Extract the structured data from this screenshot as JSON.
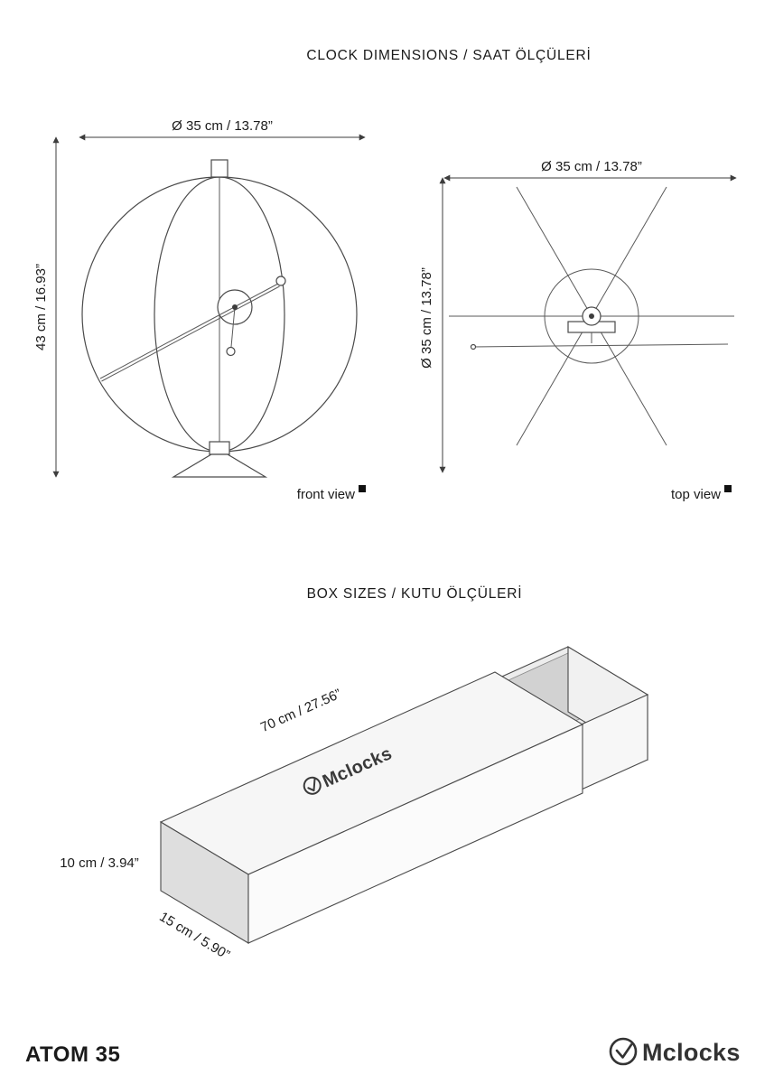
{
  "titles": {
    "clock": "CLOCK DIMENSIONS / SAAT ÖLÇÜLERİ",
    "box": "BOX SIZES / KUTU ÖLÇÜLERİ"
  },
  "front_view": {
    "label": "front view",
    "diameter": "Ø 35 cm / 13.78”",
    "height": "43 cm / 16.93”"
  },
  "top_view": {
    "label": "top view",
    "diameter": "Ø 35 cm / 13.78”",
    "depth": "Ø 35 cm / 13.78”"
  },
  "box": {
    "length": "70 cm / 27.56”",
    "height": "10 cm / 3.94”",
    "depth": "15 cm / 5.90”",
    "brand": "Mclocks"
  },
  "footer": {
    "product": "ATOM 35",
    "brand": "Mclocks"
  },
  "colors": {
    "line": "#3d3d3d",
    "text": "#1a1a1a",
    "marker": "#111111"
  }
}
